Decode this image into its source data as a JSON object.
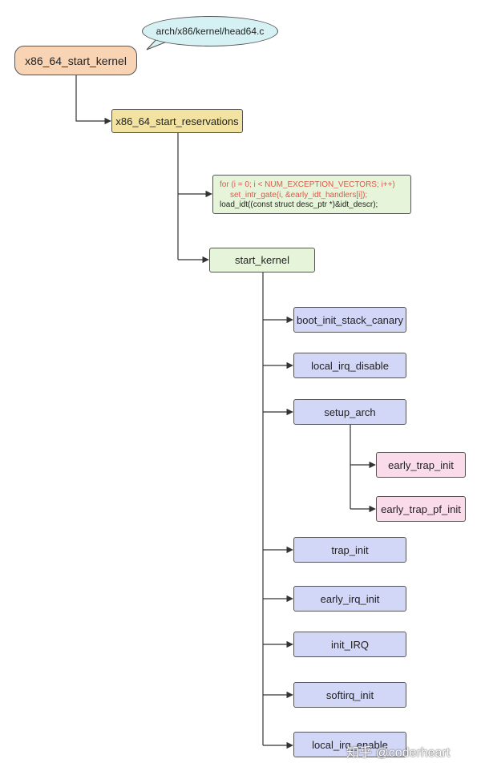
{
  "diagram": {
    "root": "x86_64_start_kernel",
    "source_file": "arch/x86/kernel/head64.c",
    "reservations": "x86_64_start_reservations",
    "code_lines": [
      "for (i = 0; i < NUM_EXCEPTION_VECTORS; i++)",
      "set_intr_gate(i, &early_idt_handlers[i]);",
      "load_idt((const struct desc_ptr *)&idt_descr);"
    ],
    "start_kernel": "start_kernel",
    "calls": {
      "boot_init_stack_canary": "boot_init_stack_canary",
      "local_irq_disable": "local_irq_disable",
      "setup_arch": "setup_arch",
      "early_trap_init": "early_trap_init",
      "early_trap_pf_init": "early_trap_pf_init",
      "trap_init": "trap_init",
      "early_irq_init": "early_irq_init",
      "init_IRQ": "init_IRQ",
      "softirq_init": "softirq_init",
      "local_irq_enable": "local_irq_enable"
    }
  },
  "watermark": "知乎 @coderheart",
  "colors": {
    "root": "#f9d4b4",
    "callout": "#d6f1f4",
    "reservations": "#f2e3a2",
    "green": "#e6f5d9",
    "blue": "#d2d6f7",
    "pink": "#f9dbe9",
    "code_red": "#e0574a"
  }
}
